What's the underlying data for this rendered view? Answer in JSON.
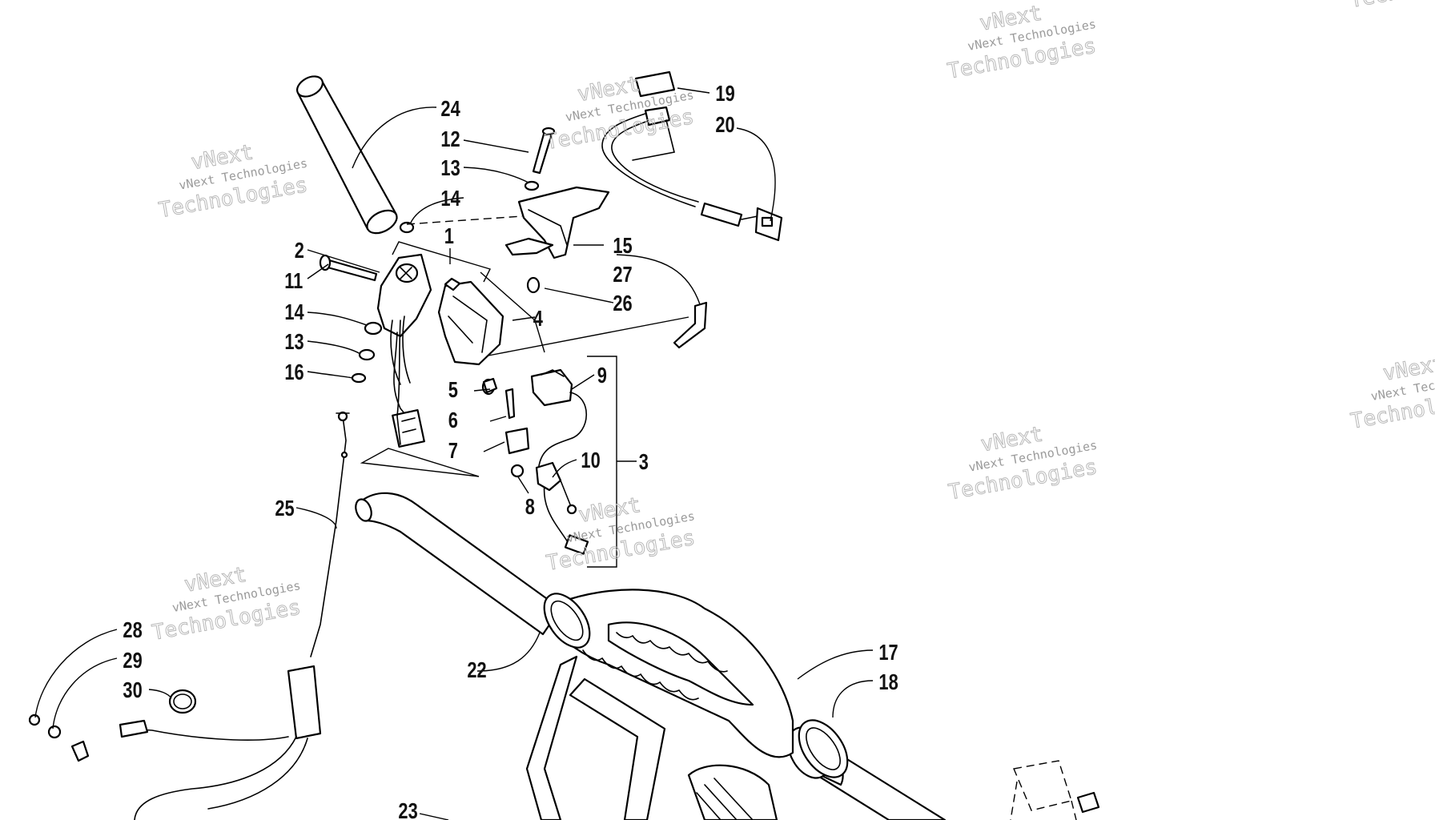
{
  "watermark": {
    "brand_short": "vNext",
    "brand_full": "vNext Technologies",
    "brand_word": "Technologies"
  },
  "callouts": [
    {
      "id": "1",
      "label": "1"
    },
    {
      "id": "2",
      "label": "2"
    },
    {
      "id": "3",
      "label": "3"
    },
    {
      "id": "4",
      "label": "4"
    },
    {
      "id": "5",
      "label": "5"
    },
    {
      "id": "6",
      "label": "6"
    },
    {
      "id": "7",
      "label": "7"
    },
    {
      "id": "8",
      "label": "8"
    },
    {
      "id": "9",
      "label": "9"
    },
    {
      "id": "10",
      "label": "10"
    },
    {
      "id": "11",
      "label": "11"
    },
    {
      "id": "12",
      "label": "12"
    },
    {
      "id": "13a",
      "label": "13"
    },
    {
      "id": "13b",
      "label": "13"
    },
    {
      "id": "14a",
      "label": "14"
    },
    {
      "id": "14b",
      "label": "14"
    },
    {
      "id": "15",
      "label": "15"
    },
    {
      "id": "16",
      "label": "16"
    },
    {
      "id": "17",
      "label": "17"
    },
    {
      "id": "18",
      "label": "18"
    },
    {
      "id": "19",
      "label": "19"
    },
    {
      "id": "20",
      "label": "20"
    },
    {
      "id": "22",
      "label": "22"
    },
    {
      "id": "23",
      "label": "23"
    },
    {
      "id": "24",
      "label": "24"
    },
    {
      "id": "25",
      "label": "25"
    },
    {
      "id": "26",
      "label": "26"
    },
    {
      "id": "27",
      "label": "27"
    },
    {
      "id": "28",
      "label": "28"
    },
    {
      "id": "29",
      "label": "29"
    },
    {
      "id": "30",
      "label": "30"
    }
  ]
}
